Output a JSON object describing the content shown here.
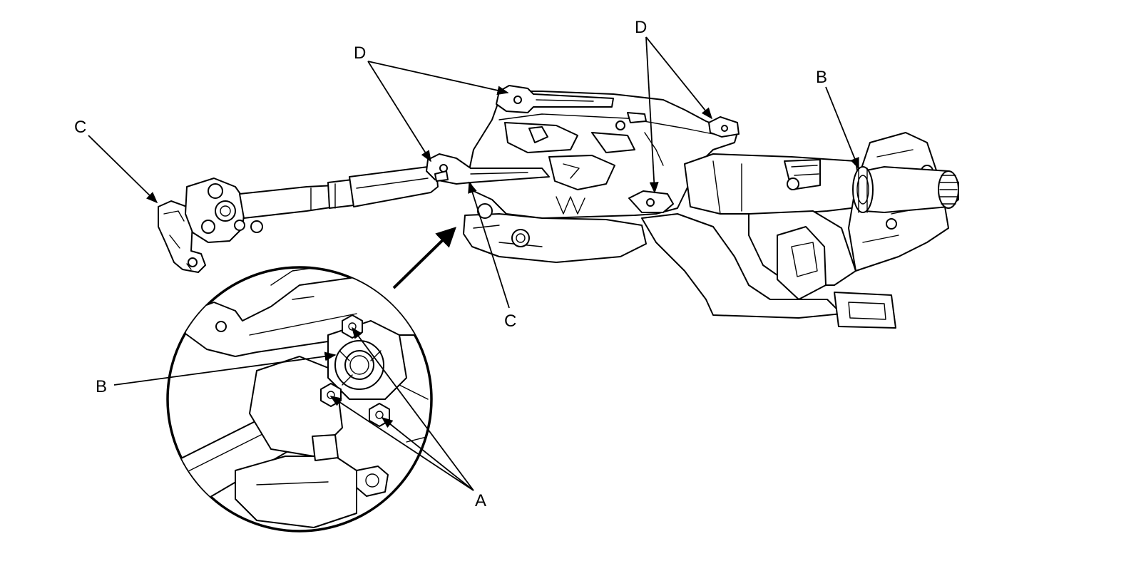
{
  "callouts": {
    "A": "A",
    "B": "B",
    "C": "C",
    "D": "D"
  }
}
